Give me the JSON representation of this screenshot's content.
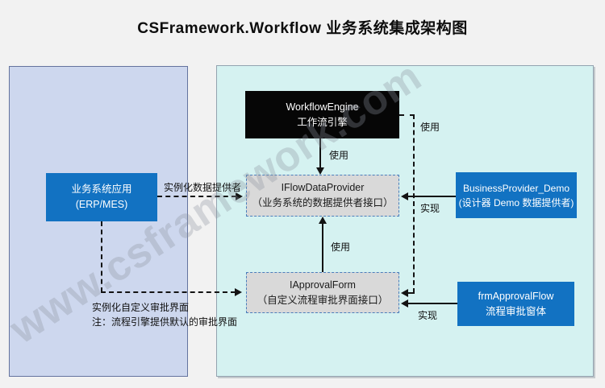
{
  "title": "CSFramework.Workflow 业务系统集成架构图",
  "watermark": "www.csframework.com",
  "nodes": {
    "workflow_engine": {
      "line1": "WorkflowEngine",
      "line2": "工作流引擎"
    },
    "erp_app": {
      "line1": "业务系统应用",
      "line2": "(ERP/MES)"
    },
    "iflow_data_provider": {
      "line1": "IFlowDataProvider",
      "line2": "（业务系统的数据提供者接口）"
    },
    "iapproval_form": {
      "line1": "IApprovalForm",
      "line2": "（自定义流程审批界面接口）"
    },
    "business_provider_demo": {
      "line1": "BusinessProvider_Demo",
      "line2": "(设计器 Demo 数据提供者)"
    },
    "frm_approval_flow": {
      "line1": "frmApprovalFlow",
      "line2": "流程审批窗体"
    }
  },
  "labels": {
    "use_engine_to_provider": "使用",
    "use_engine_to_approval": "使用",
    "use_approval_to_provider": "使用",
    "implement_provider": "实现",
    "implement_approval": "实现",
    "instantiate_provider": "实例化数据提供者",
    "instantiate_approval": "实例化自定义审批界面",
    "note": "注：流程引擎提供默认的审批界面"
  },
  "colors": {
    "background": "#f2f2f2",
    "left_panel": "#cdd7ee",
    "right_panel": "#d5f2f1",
    "blue_node": "#1272c2",
    "black_node": "#060606",
    "interface_node": "#d9d9d9",
    "interface_border": "#4a7ebb"
  }
}
